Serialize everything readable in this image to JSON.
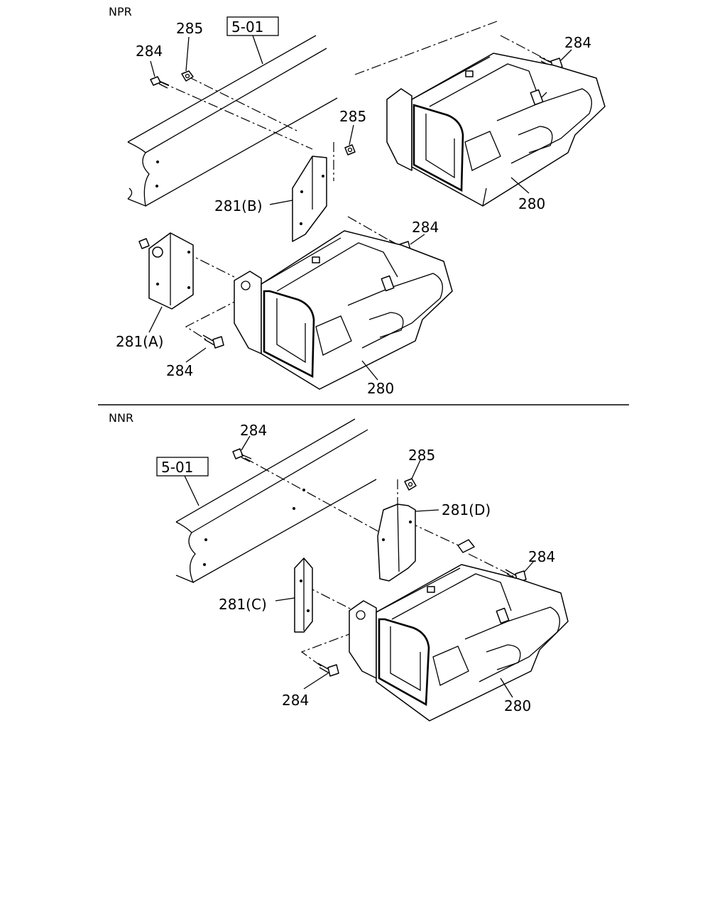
{
  "sections": [
    {
      "name": "NPR",
      "ref_box": "5-01",
      "callouts": [
        "284",
        "285",
        "284",
        "285",
        "281(B)",
        "280",
        "284",
        "281(A)",
        "284",
        "280"
      ]
    },
    {
      "name": "NNR",
      "ref_box": "5-01",
      "callouts": [
        "284",
        "285",
        "281(D)",
        "284",
        "281(C)",
        "284",
        "280"
      ]
    }
  ]
}
